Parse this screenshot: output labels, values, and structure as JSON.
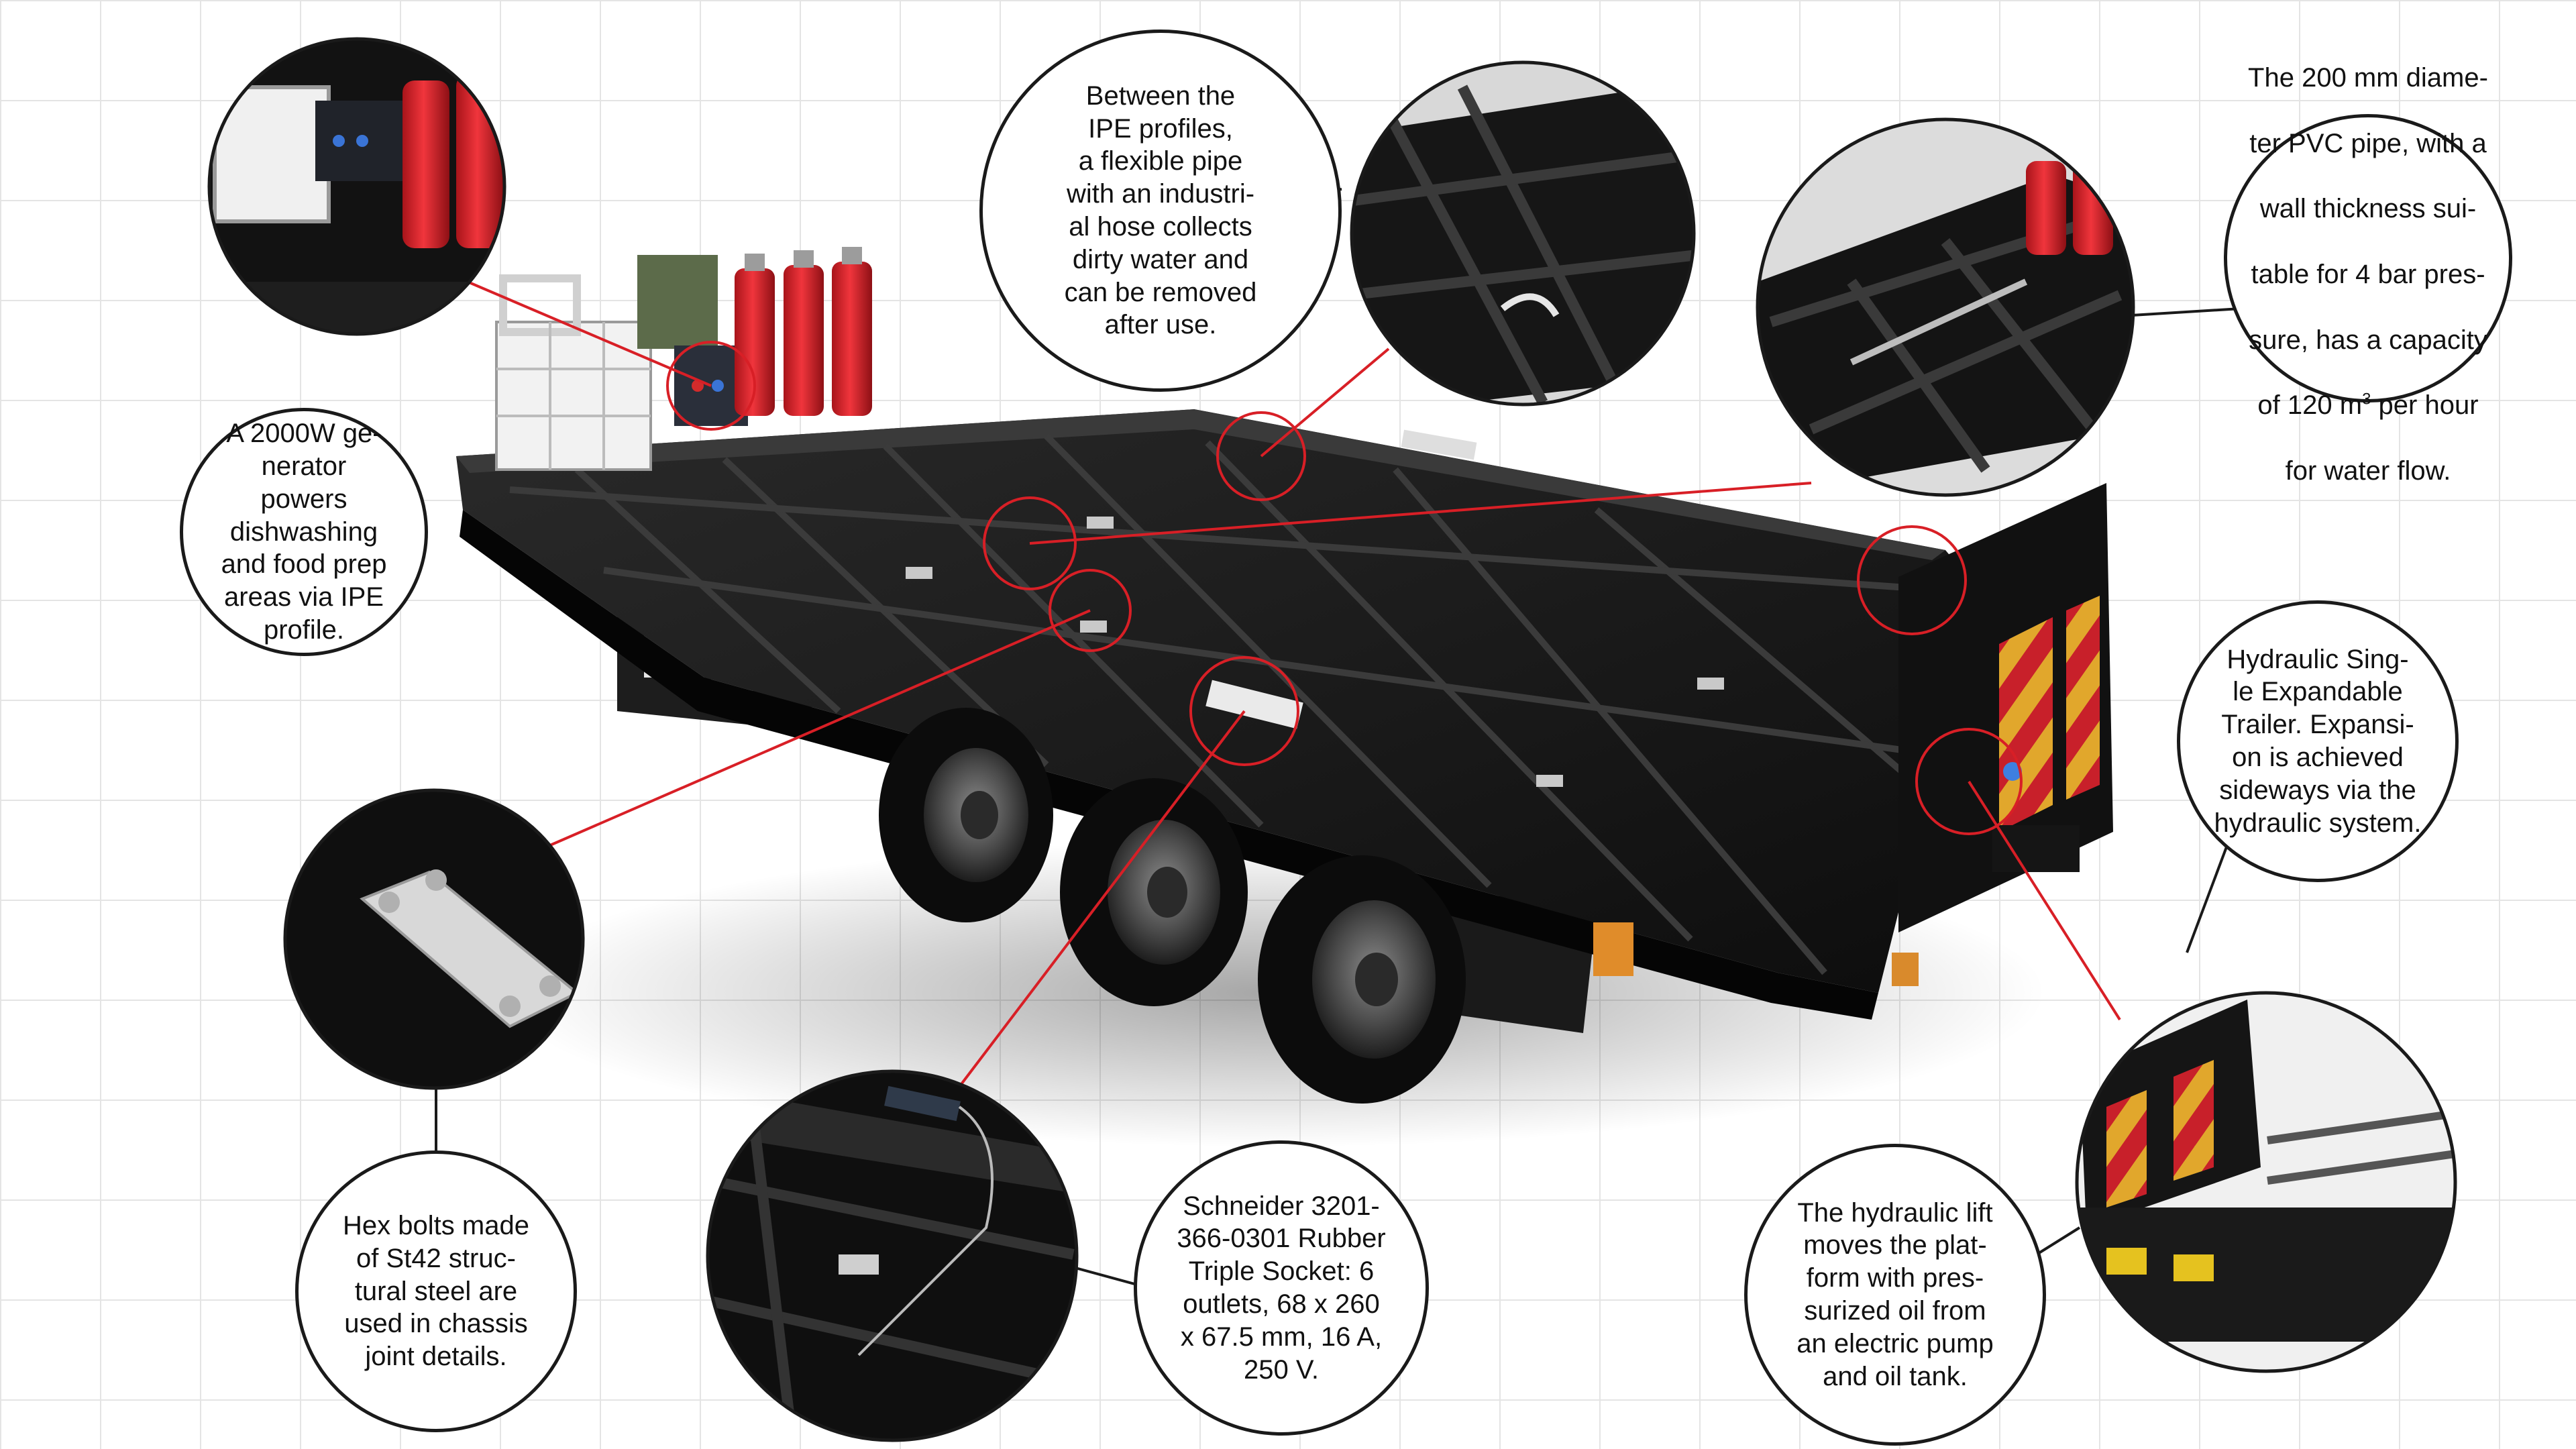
{
  "callouts": {
    "generator": "A 2000W ge-\nnerator powers\ndishwashing\nand food prep\nareas via IPE\nprofile.",
    "flexible_pipe": "Between the\nIPE profiles,\na flexible pipe\nwith an industri-\nal hose collects\ndirty water and\ncan be removed\nafter use.",
    "pvc_pipe_lines": [
      "The 200 mm diame-",
      "ter PVC pipe, with a",
      "wall thickness sui-",
      "table for 4 bar pres-",
      "sure, has a capacity"
    ],
    "pvc_pipe_capacity_prefix": "of 120 m",
    "pvc_pipe_capacity_superscript": "3",
    "pvc_pipe_capacity_suffix": " per hour",
    "pvc_pipe_last_line": "for water flow.",
    "hydraulic_trailer": "Hydraulic Sing-\nle Expandable\nTrailer. Expansi-\non is achieved\nsideways via the\nhydraulic system.",
    "hex_bolts": "Hex bolts made\nof St42 struc-\ntural steel are\nused in chassis\njoint details.",
    "socket": "Schneider 3201-\n366-0301 Rubber\nTriple Socket: 6\noutlets, 68 x 260\nx 67.5 mm, 16 A,\n250 V.",
    "hydraulic_lift": "The hydraulic lift\nmoves the plat-\nform with pres-\nsurized oil from\nan electric pump\nand oil tank."
  },
  "colors": {
    "accent_red": "#d81f26",
    "chassis_black": "#141414",
    "grid_line": "#e4e4e4"
  },
  "icons": [
    "trailer-illustration",
    "generator-detail-photo",
    "pipe-detail-photo",
    "pvc-pipe-detail-photo",
    "bolt-plate-detail-photo",
    "socket-detail-photo",
    "hydraulic-lift-detail-photo"
  ]
}
